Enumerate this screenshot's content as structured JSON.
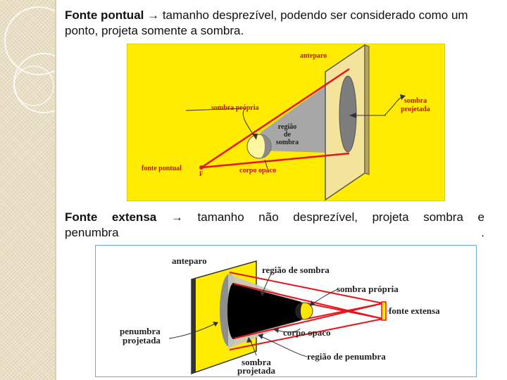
{
  "text": {
    "p1_term": "Fonte pontual",
    "p1_body": "→ tamanho desprezível, podendo ser considerado como um ponto, projeta somente a sombra.",
    "p2_term": "Fonte extensa",
    "p2_body": "→ tamanho não desprezível, projeta sombra e",
    "p2_tail": "penumbra ."
  },
  "figure1": {
    "labels": {
      "anteparo": "anteparo",
      "sombra_propria": "sombra própria",
      "regiao1": "região",
      "regiao2": "de",
      "regiao3": "sombra",
      "sombra_projetada1": "sombra",
      "sombra_projetada2": "projetada",
      "fonte_pontual": "fonte pontual",
      "f": "F",
      "corpo_opaco": "corpo opaco"
    }
  },
  "figure2": {
    "labels": {
      "anteparo": "anteparo",
      "regiao_sombra": "região de sombra",
      "sombra_propria": "sombra própria",
      "fonte_extensa": "fonte extensa",
      "penumbra_projetada1": "penumbra",
      "penumbra_projetada2": "projetada",
      "corpo_opaco": "corpo opaco",
      "regiao_penumbra": "região de penumbra",
      "sombra_projetada1": "sombra",
      "sombra_projetada2": "projetada"
    }
  },
  "colors": {
    "yellow": "#ffec00",
    "red": "#e8141b",
    "gray": "#a7a7a7",
    "dark_gray": "#6e6e6e",
    "board": "#f4e39a",
    "label_red": "#c0141b",
    "label_dark": "#222222"
  }
}
